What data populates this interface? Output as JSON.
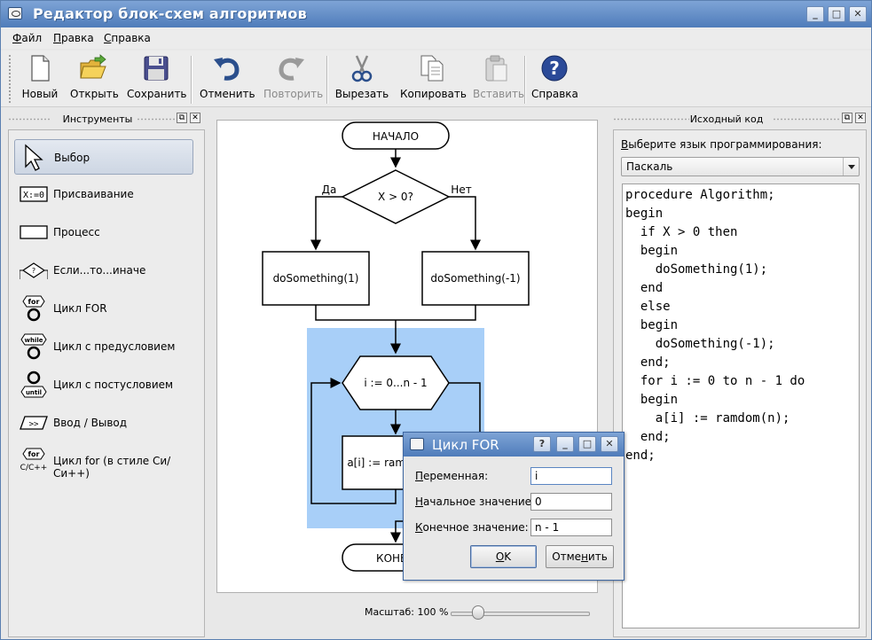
{
  "window": {
    "title": "Редактор блок-схем алгоритмов",
    "controls": [
      "_",
      "□",
      "✕"
    ]
  },
  "menu": [
    {
      "label": "Файл",
      "mnemonic": "Ф",
      "rest": "айл"
    },
    {
      "label": "Правка",
      "mnemonic": "П",
      "rest": "равка"
    },
    {
      "label": "Справка",
      "mnemonic": "С",
      "rest": "правка"
    }
  ],
  "toolbar": [
    {
      "label": "Новый",
      "icon": "new-document-icon",
      "enabled": true
    },
    {
      "label": "Открыть",
      "icon": "open-folder-icon",
      "enabled": true
    },
    {
      "label": "Сохранить",
      "icon": "save-floppy-icon",
      "enabled": true
    },
    {
      "label": "Отменить",
      "icon": "undo-icon",
      "enabled": true
    },
    {
      "label": "Повторить",
      "icon": "redo-icon",
      "enabled": false
    },
    {
      "label": "Вырезать",
      "icon": "scissors-icon",
      "enabled": true
    },
    {
      "label": "Копировать",
      "icon": "copy-icon",
      "enabled": true
    },
    {
      "label": "Вставить",
      "icon": "paste-icon",
      "enabled": false
    },
    {
      "label": "Справка",
      "icon": "help-icon",
      "enabled": true
    }
  ],
  "tools_panel": {
    "title": "Инструменты",
    "items": [
      {
        "label": "Выбор",
        "icon": "pointer-arrow-icon",
        "selected": true
      },
      {
        "label": "Присваивание",
        "icon": "assignment-icon",
        "icon_text": "X:=0"
      },
      {
        "label": "Процесс",
        "icon": "process-rectangle-icon"
      },
      {
        "label": "Если...то...иначе",
        "icon": "if-diamond-icon"
      },
      {
        "label": "Цикл FOR",
        "icon": "for-loop-icon",
        "icon_text": "for"
      },
      {
        "label": "Цикл с предусловием",
        "icon": "while-loop-icon",
        "icon_text": "while"
      },
      {
        "label": "Цикл с постусловием",
        "icon": "until-loop-icon",
        "icon_text": "until"
      },
      {
        "label": "Ввод / Вывод",
        "icon": "io-parallelogram-icon",
        "icon_text": ">>"
      },
      {
        "label": "Цикл for (в стиле Си/Си++)",
        "icon": "c-for-loop-icon",
        "icon_text": "for",
        "icon_sub": "C/C++"
      }
    ]
  },
  "flowchart": {
    "start": "НАЧАЛО",
    "condition": "X > 0?",
    "yes_label": "Да",
    "no_label": "Нет",
    "yes_block": "doSomething(1)",
    "no_block": "doSomething(-1)",
    "loop_header": "i := 0...n - 1",
    "loop_body": "a[i] := ramdom(n)",
    "end": "КОНЕЦ",
    "selection_color": "#a8cff8"
  },
  "zoom": {
    "label": "Масштаб: 100 %",
    "value_percent": 100
  },
  "source_panel": {
    "title": "Исходный код",
    "language_label_mnemonic": "В",
    "language_label_rest": "ыберите язык программирования:",
    "language_value": "Паскаль",
    "code": "procedure Algorithm;\nbegin\n  if X > 0 then\n  begin\n    doSomething(1);\n  end\n  else\n  begin\n    doSomething(-1);\n  end;\n  for i := 0 to n - 1 do\n  begin\n    a[i] := ramdom(n);\n  end;\nend;"
  },
  "dialog": {
    "title": "Цикл FOR",
    "controls": [
      "?",
      "_",
      "□",
      "✕"
    ],
    "fields": [
      {
        "mn": "П",
        "rest": "еременная:",
        "value": "i"
      },
      {
        "mn": "Н",
        "rest": "ачальное значение:",
        "value": "0"
      },
      {
        "mn": "К",
        "rest": "онечное значение:",
        "value": "n - 1"
      }
    ],
    "ok": {
      "mn": "O",
      "rest": "K"
    },
    "cancel": {
      "pre": "Отме",
      "mn": "н",
      "rest": "ить"
    }
  }
}
